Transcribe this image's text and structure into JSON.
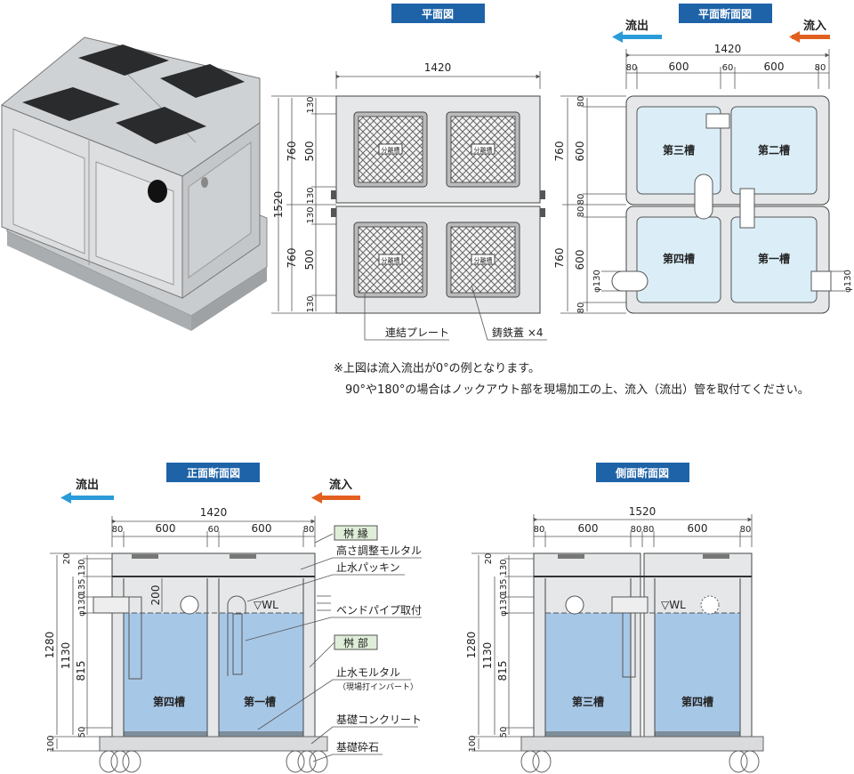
{
  "titles": {
    "plan": "平面図",
    "plan_section": "平面断面図",
    "front_section": "正面断面図",
    "side_section": "側面断面図"
  },
  "flow": {
    "out": "流出",
    "in": "流入"
  },
  "colors": {
    "title_bg": "#1e63a8",
    "outflow_arrow": "#2a9bd8",
    "inflow_arrow": "#e2601f",
    "water": "#a7c7e7",
    "chamber": "#dbeef8"
  },
  "plan": {
    "width": "1420",
    "height": "1520",
    "left_dims": [
      "760",
      "760"
    ],
    "inner_dims": [
      "130",
      "500",
      "130",
      "130",
      "500",
      "130"
    ],
    "cover_label": "分離槽",
    "callouts": {
      "plate": "連結プレート",
      "cover": "鋳鉄蓋 ×4"
    }
  },
  "plan_section": {
    "width": "1420",
    "top_dims": [
      "80",
      "600",
      "60",
      "600",
      "80"
    ],
    "left_dims": [
      "760",
      "760"
    ],
    "inner_dims": [
      "80",
      "600",
      "80",
      "80",
      "600",
      "80"
    ],
    "pipe": "φ130",
    "tanks": [
      "第三槽",
      "第二槽",
      "第四槽",
      "第一槽"
    ]
  },
  "note": {
    "line1": "※上図は流入流出が0°の例となります。",
    "line2": "90°や180°の場合はノックアウト部を現場加工の上、流入（流出）管を取付てください。"
  },
  "front": {
    "width": "1420",
    "top_dims": [
      "80",
      "600",
      "60",
      "600",
      "80"
    ],
    "height_total": "1280",
    "height_body": "1130",
    "base": "100",
    "inner_dims": [
      "20",
      "130",
      "135",
      "φ130",
      "815",
      "50"
    ],
    "dim200": "200",
    "wl": "▽WL",
    "tanks": [
      "第四槽",
      "第一槽"
    ],
    "labels": {
      "rim": "桝 縁",
      "mortar": "高さ調整モルタル",
      "packing": "止水パッキン",
      "bend": "ベンドパイプ取付",
      "body": "桝 部",
      "seal_mortar": "止水モルタル",
      "seal_note": "（現場打インバート）",
      "concrete": "基礎コンクリート",
      "gravel": "基礎砕石"
    }
  },
  "side": {
    "width": "1520",
    "top_dims": [
      "80",
      "600",
      "80",
      "80",
      "600",
      "80"
    ],
    "height_total": "1280",
    "height_body": "1130",
    "base": "100",
    "inner_dims": [
      "20",
      "130",
      "135",
      "φ130",
      "815",
      "50"
    ],
    "wl": "▽WL",
    "tanks": [
      "第三槽",
      "第四槽"
    ]
  }
}
